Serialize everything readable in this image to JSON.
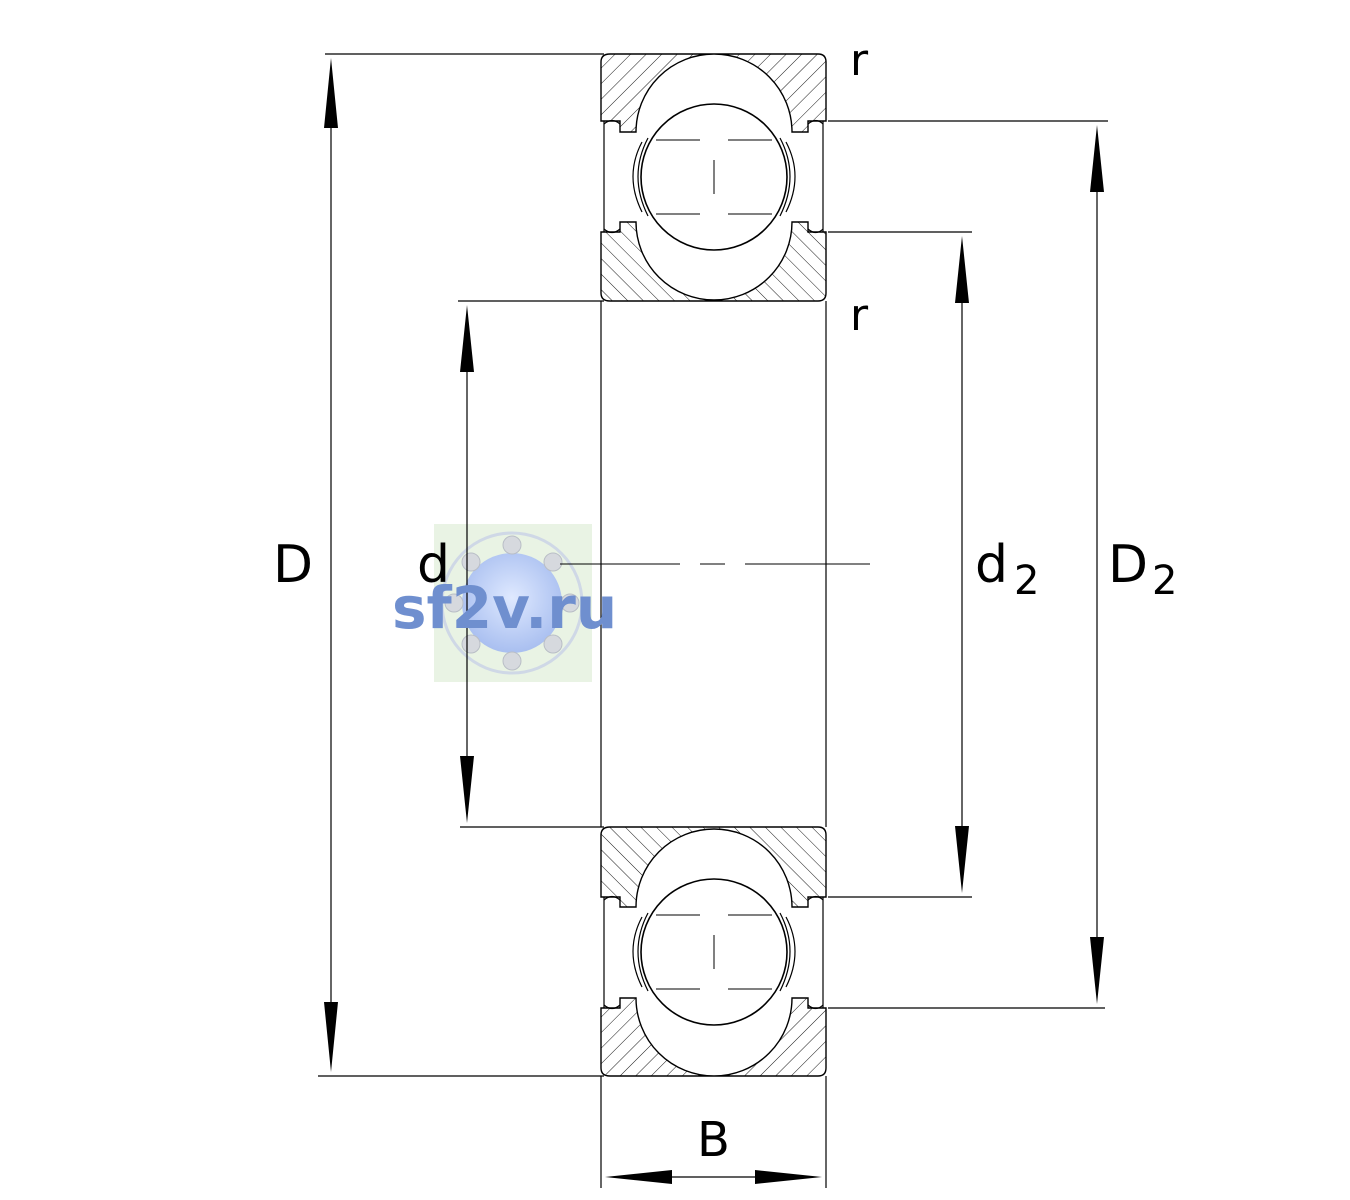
{
  "labels": {
    "outer_diameter": "D",
    "bore_diameter": "d",
    "inner_shoulder": "d",
    "inner_shoulder_sub": "2",
    "outer_shoulder": "D",
    "outer_shoulder_sub": "2",
    "width": "B",
    "chamfer_top": "r",
    "chamfer_mid": "r"
  },
  "watermark": {
    "text": "sf2v.ru"
  },
  "colors": {
    "line": "#000000",
    "watermark_text": "#6f8fcf",
    "watermark_bg": "#e9f3e4"
  }
}
